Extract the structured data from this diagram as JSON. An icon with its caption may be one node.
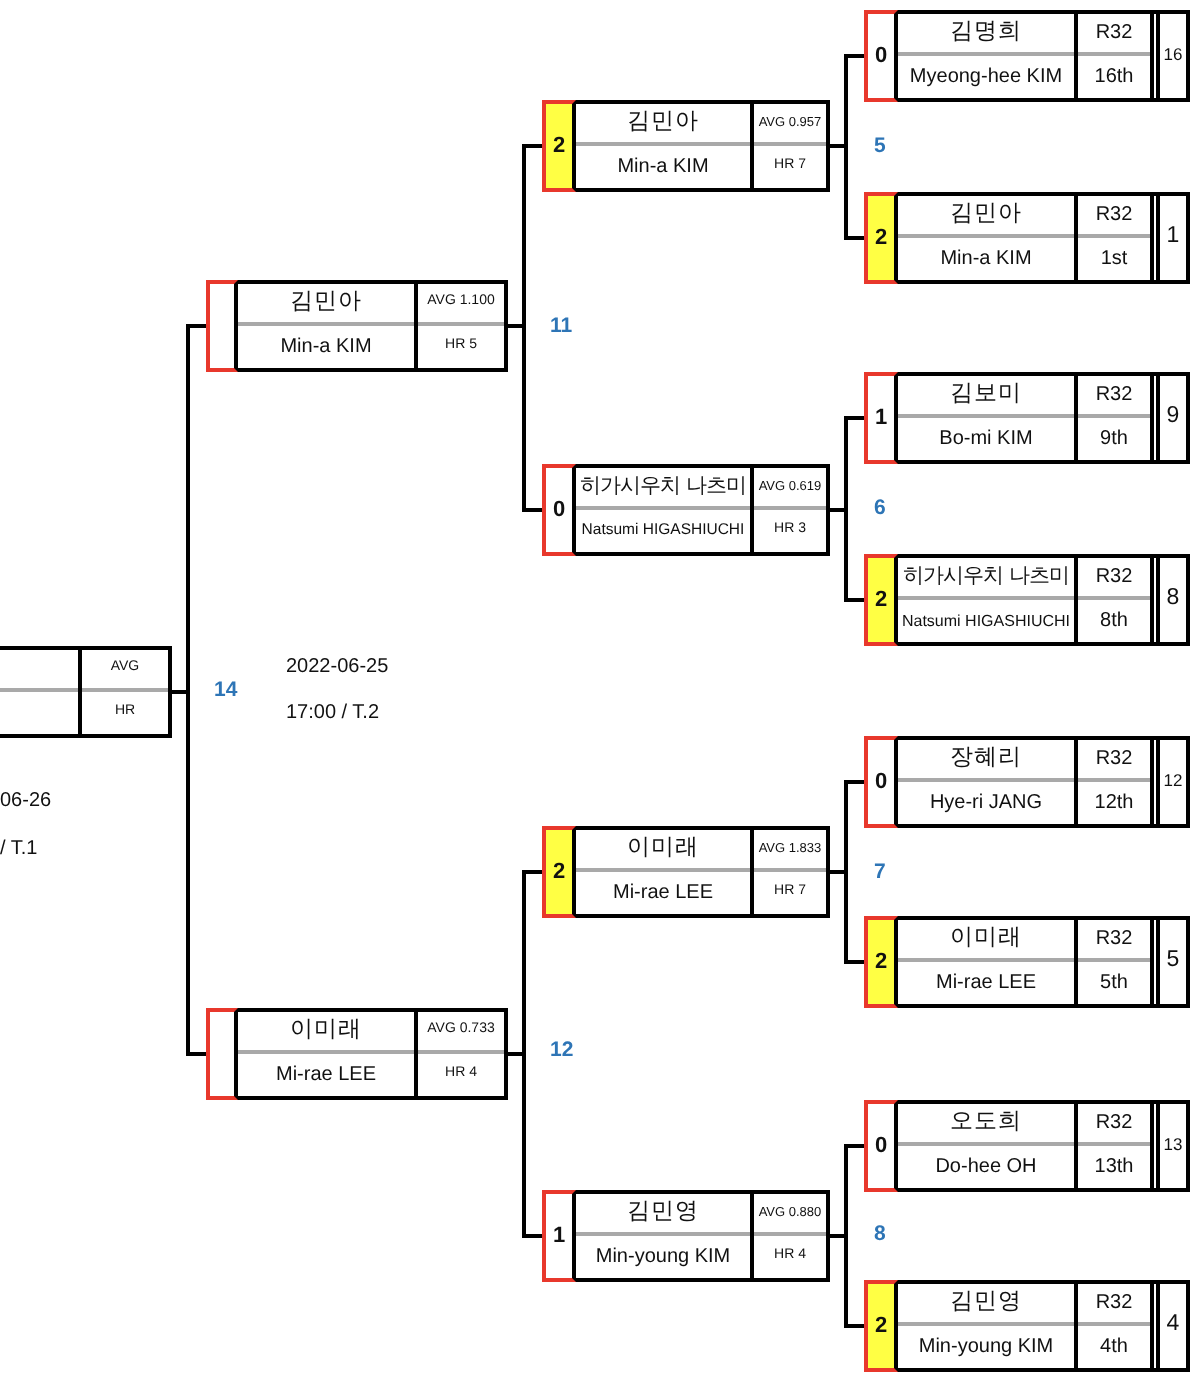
{
  "diagram": {
    "nodes": [
      {
        "text": [
          "AVG",
          "HR"
        ]
      },
      {
        "text": [
          "김민아",
          "Min-a KIM",
          "AVG 1.100",
          "HR 5"
        ]
      },
      {
        "text": [
          "이미래",
          "Mi-rae LEE",
          "AVG 0.733",
          "HR 4"
        ]
      },
      {
        "text": [
          "2",
          "김민아",
          "Min-a KIM",
          "AVG 0.957",
          "HR 7"
        ]
      },
      {
        "text": [
          "0",
          "히가시우치 나츠미",
          "Natsumi HIGASHIUCHI",
          "AVG 0.619",
          "HR 3"
        ]
      },
      {
        "text": [
          "2",
          "이미래",
          "Mi-rae LEE",
          "AVG 1.833",
          "HR 7"
        ]
      },
      {
        "text": [
          "1",
          "김민영",
          "Min-young KIM",
          "AVG 0.880",
          "HR 4"
        ]
      },
      {
        "text": [
          "0",
          "김명희",
          "Myeong-hee KIM",
          "R32",
          "16th",
          "16"
        ]
      },
      {
        "text": [
          "2",
          "김민아",
          "Min-a KIM",
          "R32",
          "1st",
          "1"
        ]
      },
      {
        "text": [
          "1",
          "김보미",
          "Bo-mi KIM",
          "R32",
          "9th",
          "9"
        ]
      },
      {
        "text": [
          "2",
          "히가시우치 나츠미",
          "Natsumi HIGASHIUCHI",
          "R32",
          "8th",
          "8"
        ]
      },
      {
        "text": [
          "0",
          "장혜리",
          "Hye-ri JANG",
          "R32",
          "12th",
          "12"
        ]
      },
      {
        "text": [
          "2",
          "이미래",
          "Mi-rae LEE",
          "R32",
          "5th",
          "5"
        ]
      },
      {
        "text": [
          "0",
          "오도희",
          "Do-hee OH",
          "R32",
          "13th",
          "13"
        ]
      },
      {
        "text": [
          "2",
          "김민영",
          "Min-young KIM",
          "R32",
          "4th",
          "4"
        ]
      }
    ],
    "edges": [
      {
        "from": 7,
        "to": 3,
        "arrow": "none"
      },
      {
        "from": 8,
        "to": 3,
        "arrow": "none"
      },
      {
        "from": 9,
        "to": 4,
        "arrow": "none"
      },
      {
        "from": 10,
        "to": 4,
        "arrow": "none"
      },
      {
        "from": 11,
        "to": 5,
        "arrow": "none"
      },
      {
        "from": 12,
        "to": 5,
        "arrow": "none"
      },
      {
        "from": 13,
        "to": 6,
        "arrow": "none"
      },
      {
        "from": 14,
        "to": 6,
        "arrow": "none"
      },
      {
        "from": 3,
        "to": 1,
        "arrow": "none"
      },
      {
        "from": 4,
        "to": 1,
        "arrow": "none"
      },
      {
        "from": 5,
        "to": 2,
        "arrow": "none"
      },
      {
        "from": 6,
        "to": 2,
        "arrow": "none"
      },
      {
        "from": 1,
        "to": 0,
        "arrow": "none"
      },
      {
        "from": 2,
        "to": 0,
        "arrow": "none"
      }
    ],
    "labels": [
      "5",
      "11",
      "6",
      "14",
      "2022-06-25",
      "17:00 / T.2",
      "06-26",
      "/ T.1",
      "7",
      "12",
      "8"
    ]
  }
}
